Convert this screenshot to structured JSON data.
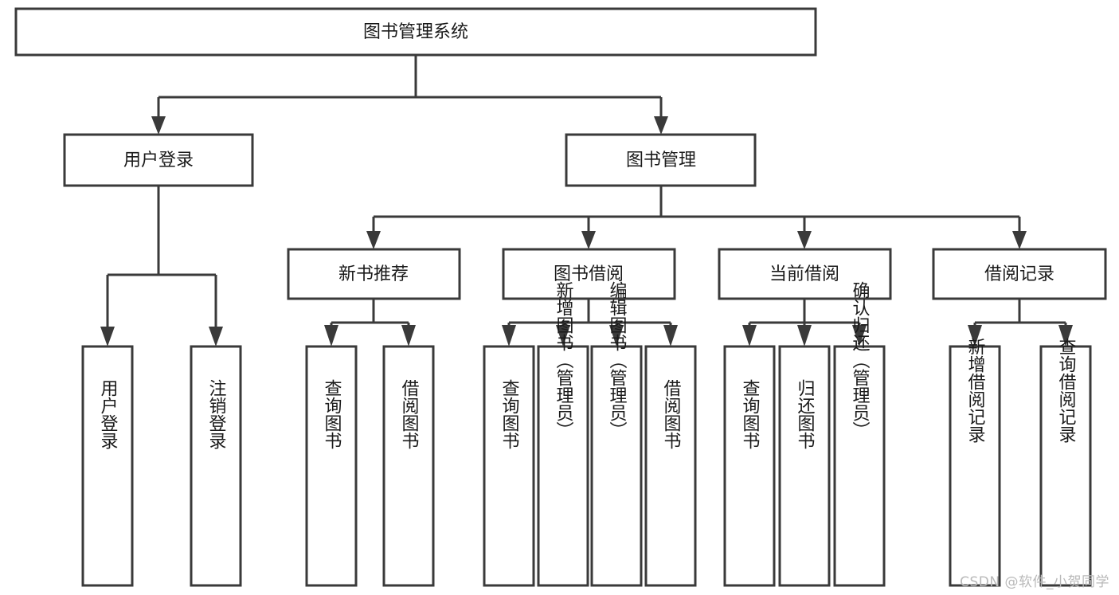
{
  "diagram": {
    "title": "图书管理系统",
    "type": "tree-hierarchy",
    "watermark": "CSDN @软件_小贺同学",
    "colors": {
      "stroke": "#3a3a3a",
      "fill": "#ffffff",
      "text": "#1a1a1a",
      "watermark": "#b9b9b9",
      "background": "#ffffff"
    },
    "root": {
      "label": "图书管理系统"
    },
    "level2": [
      {
        "label": "用户登录"
      },
      {
        "label": "图书管理"
      }
    ],
    "level3": [
      {
        "label": "新书推荐"
      },
      {
        "label": "图书借阅"
      },
      {
        "label": "当前借阅"
      },
      {
        "label": "借阅记录"
      }
    ],
    "leaves": {
      "user_login": [
        {
          "label": "用户登录"
        },
        {
          "label": "注销登录"
        }
      ],
      "new_book_recommend": [
        {
          "label": "查询图书"
        },
        {
          "label": "借阅图书"
        }
      ],
      "book_borrow": [
        {
          "label": "查询图书"
        },
        {
          "label": "新增图书（管理员）"
        },
        {
          "label": "编辑图书（管理员）"
        },
        {
          "label": "借阅图书"
        }
      ],
      "current_borrow": [
        {
          "label": "查询图书"
        },
        {
          "label": "归还图书"
        },
        {
          "label": "确认归还（管理员）"
        }
      ],
      "borrow_record": [
        {
          "label": "新增借阅记录"
        },
        {
          "label": "查询借阅记录"
        }
      ]
    }
  }
}
